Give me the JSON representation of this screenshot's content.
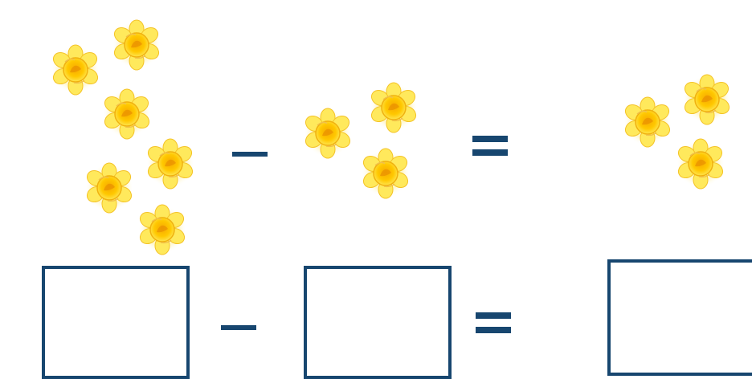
{
  "worksheet": {
    "type": "subtraction-picture-equation",
    "equation_top": {
      "minuend_flowers": 6,
      "subtrahend_flowers": 3,
      "difference_flowers": 3,
      "minus_icon": "minus-sign",
      "equals_icon": "equals-sign"
    },
    "equation_bottom": {
      "answer_boxes": [
        "",
        "",
        ""
      ],
      "minus_icon": "minus-sign",
      "equals_icon": "equals-sign"
    },
    "flower_icon": "yellow-flower-icon",
    "colors": {
      "operator": "#17466f",
      "box_border": "#17466f",
      "flower_petal": "#ffe24a",
      "flower_center": "#f2b400"
    }
  }
}
